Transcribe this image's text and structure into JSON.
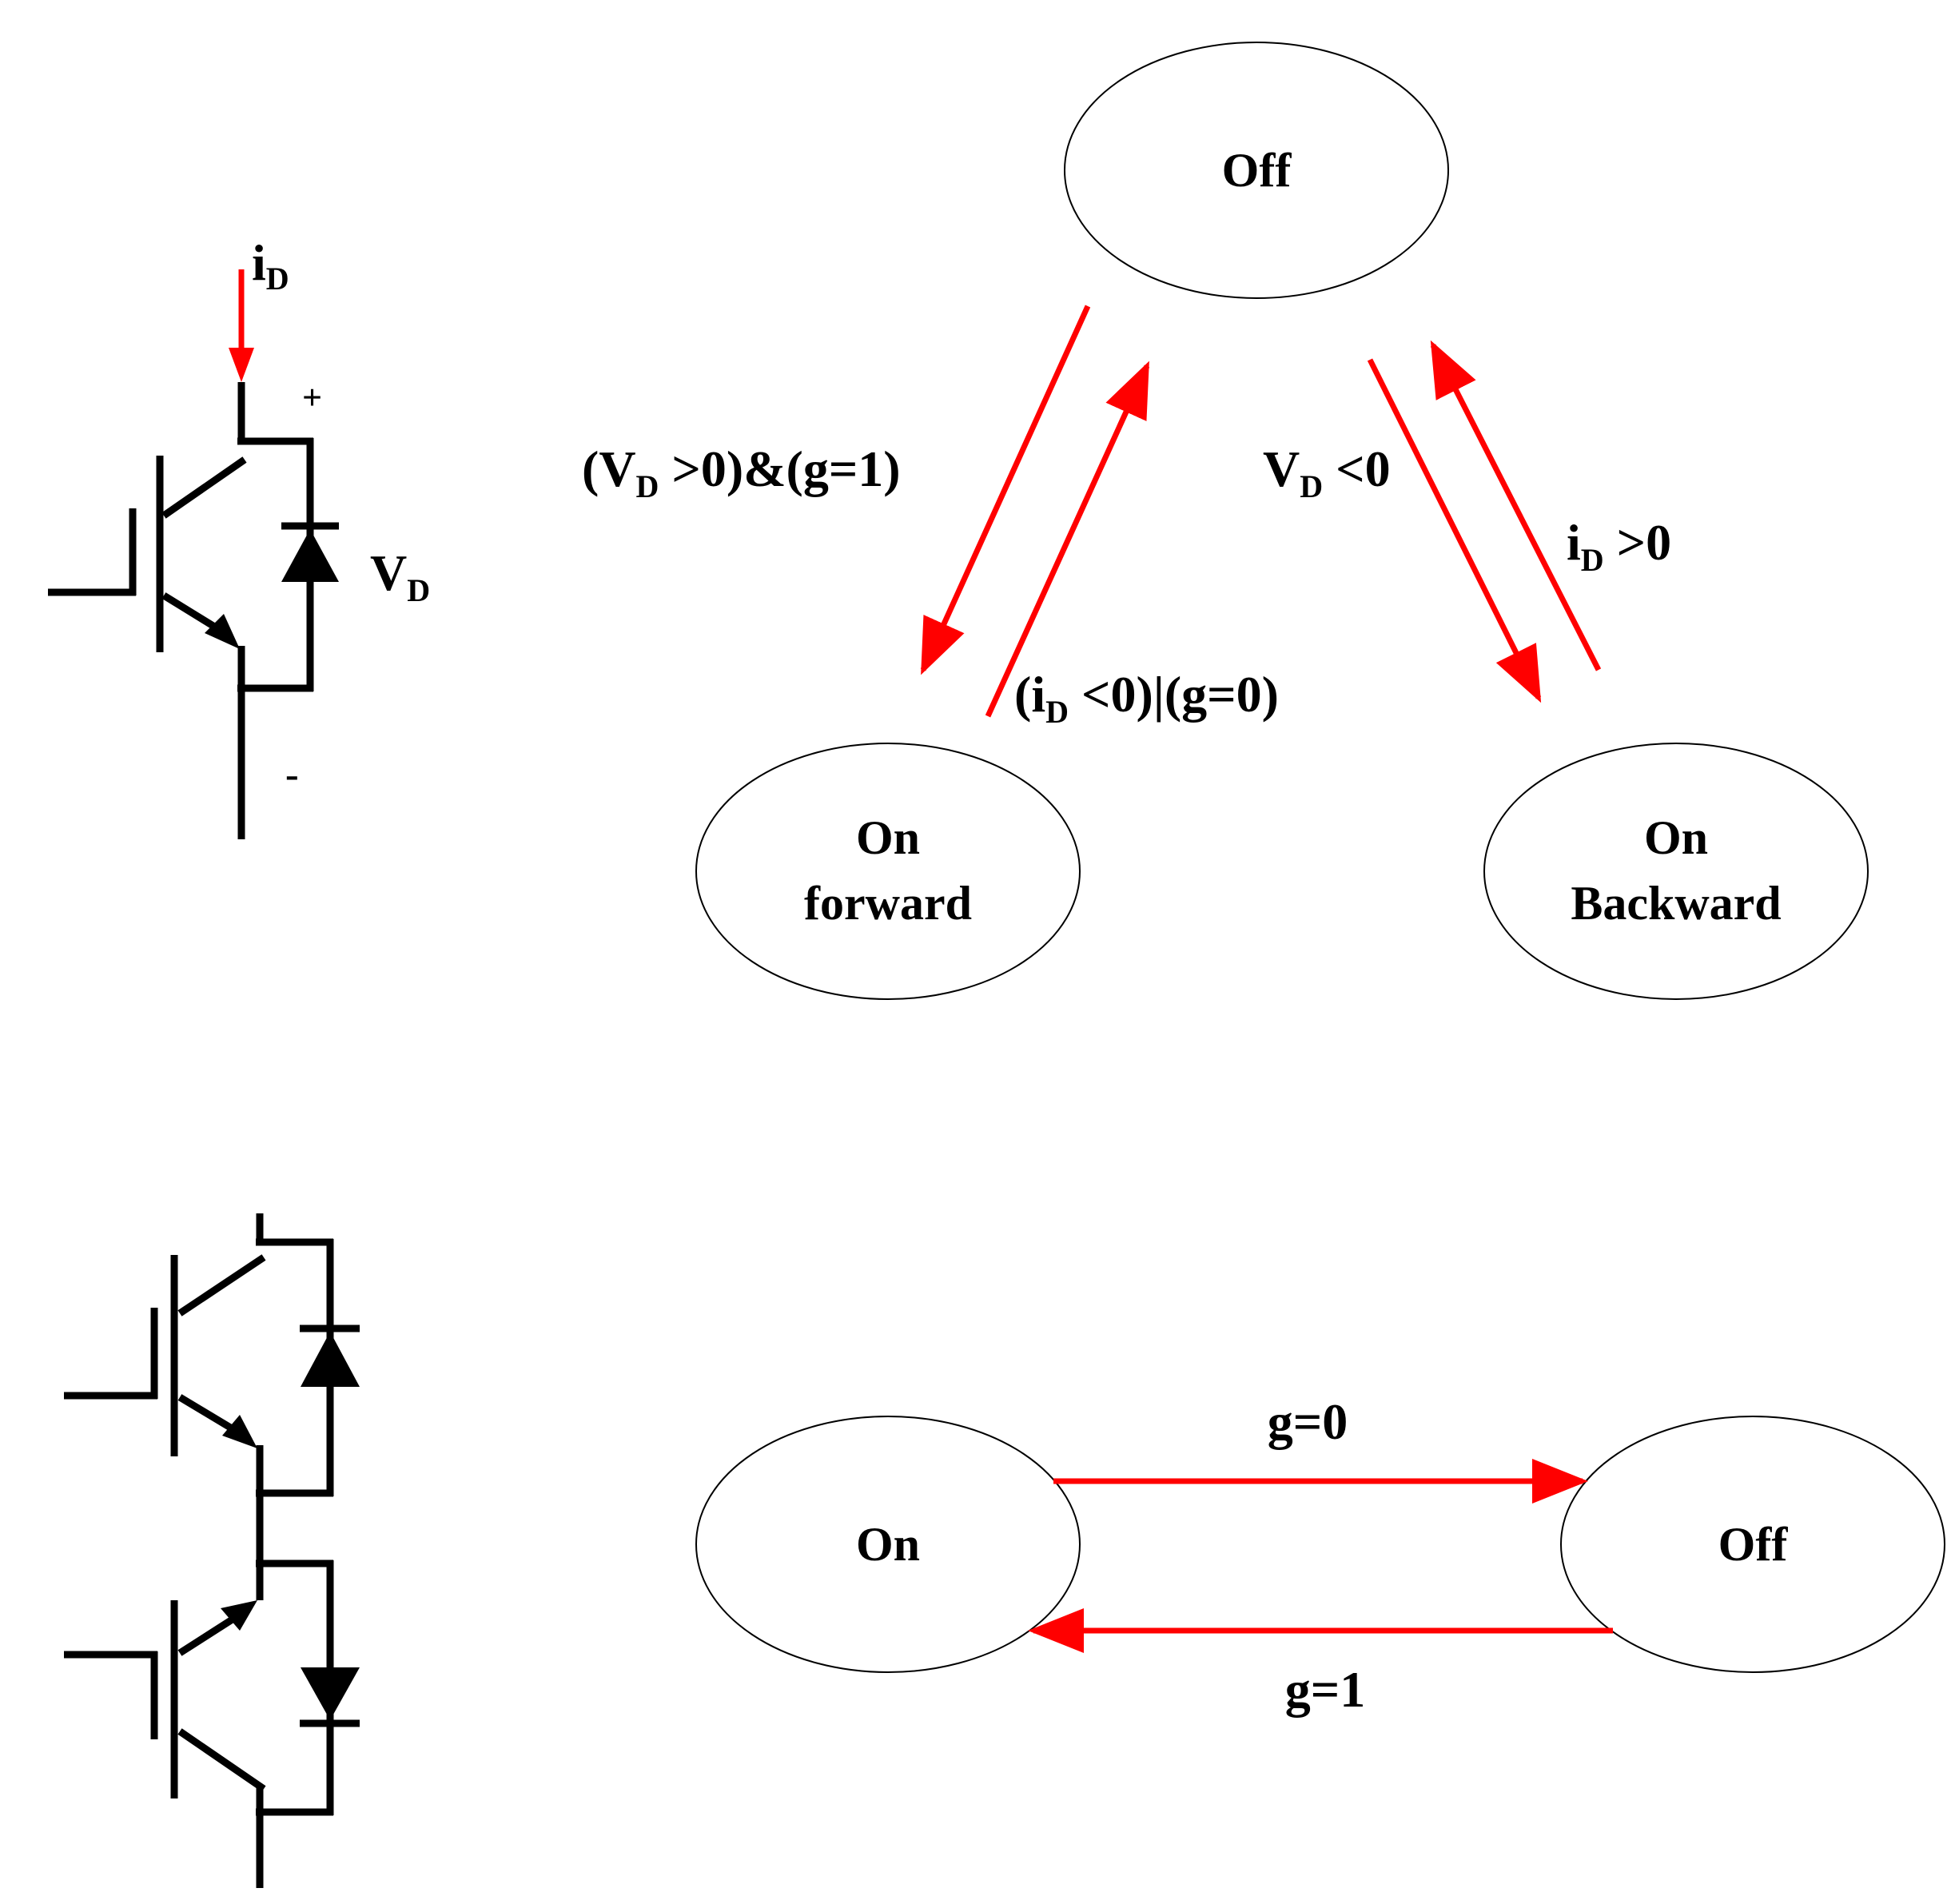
{
  "circuit_top": {
    "current_label": "i",
    "current_sub": "D",
    "plus": "+",
    "minus": "-",
    "voltage_label": "V",
    "voltage_sub": "D"
  },
  "state_machine_diode": {
    "states": {
      "off": "Off",
      "on_forward_line1": "On",
      "on_forward_line2": "forward",
      "on_backward_line1": "On",
      "on_backward_line2": "Backward"
    },
    "transitions": {
      "off_to_forward": {
        "open": "(V",
        "sub": "D",
        "rest": " >0)&(g=1)"
      },
      "forward_to_off": {
        "open": "(i",
        "sub": "D",
        "rest": " <0)|(g=0)"
      },
      "off_to_backward": {
        "open": "V",
        "sub": "D",
        "rest": " <0"
      },
      "backward_to_off": {
        "open": "i",
        "sub": "D",
        "rest": " >0"
      }
    }
  },
  "state_machine_switch": {
    "states": {
      "on": "On",
      "off": "Off"
    },
    "transitions": {
      "on_to_off": "g=0",
      "off_to_on": "g=1"
    }
  },
  "colors": {
    "transition": "#ff0000",
    "wire": "#000000"
  }
}
